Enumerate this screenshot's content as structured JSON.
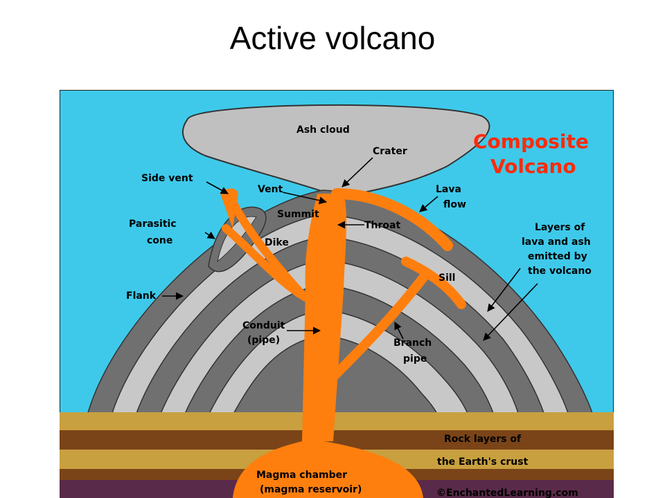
{
  "title": "Active volcano",
  "diagram": {
    "heading_line1": "Composite",
    "heading_line2": "Volcano",
    "labels": {
      "ash_cloud": "Ash cloud",
      "crater": "Crater",
      "side_vent": "Side vent",
      "vent": "Vent",
      "lava_flow_1": "Lava",
      "lava_flow_2": "flow",
      "summit": "Summit",
      "parasitic_cone_1": "Parasitic",
      "parasitic_cone_2": "cone",
      "throat": "Throat",
      "dike": "Dike",
      "layers_1": "Layers of",
      "layers_2": "lava and ash",
      "layers_3": "emitted by",
      "layers_4": "the volcano",
      "sill": "Sill",
      "flank": "Flank",
      "conduit_1": "Conduit",
      "conduit_2": "(pipe)",
      "branch_pipe_1": "Branch",
      "branch_pipe_2": "pipe",
      "rock_layers_1": "Rock layers of",
      "rock_layers_2": "the Earth's crust",
      "magma_chamber_1": "Magma chamber",
      "magma_chamber_2": "(magma reservoir)",
      "credit": "©EnchantedLearning.com"
    },
    "colors": {
      "sky": "#3ec9ea",
      "ash": "#c0c0c0",
      "dark_layer": "#707070",
      "light_layer": "#c8c8c8",
      "magma": "#ff7f0e",
      "heading": "#ff2a0a",
      "crust_tan": "#c8a040",
      "crust_brown": "#7a4418",
      "crust_purple": "#5a2a4a"
    }
  }
}
